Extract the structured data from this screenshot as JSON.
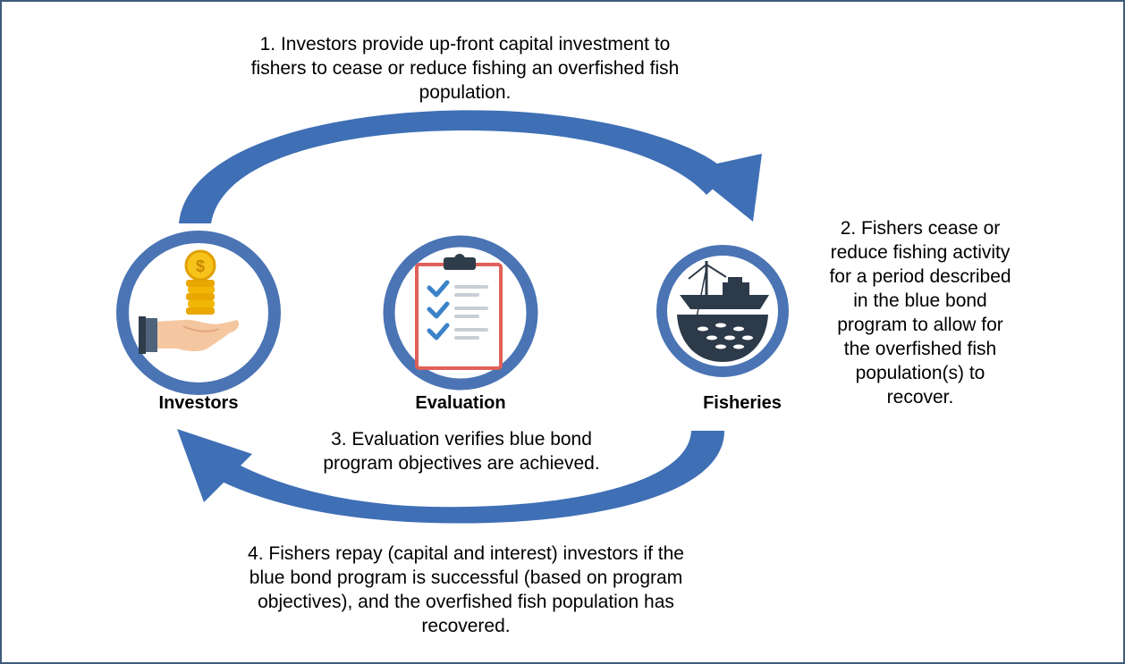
{
  "steps": {
    "step1": "1. Investors provide up-front capital investment to fishers to cease or reduce fishing an overfished fish population.",
    "step2": "2. Fishers cease or reduce fishing activity for a period described in the blue bond program to allow for the overfished fish population(s) to recover.",
    "step3": "3. Evaluation verifies blue bond program objectives are achieved.",
    "step4": "4. Fishers repay (capital and interest) investors if the blue bond program is successful (based on program objectives), and the overfished fish population has recovered."
  },
  "nodes": {
    "investors": "Investors",
    "evaluation": "Evaluation",
    "fisheries": "Fisheries"
  },
  "icons": {
    "investors": "coin-hand-icon",
    "evaluation": "clipboard-checklist-icon",
    "fisheries": "fishing-boat-icon"
  },
  "colors": {
    "ring": "#4a74b4",
    "arrow": "#3f6fb5",
    "border": "#3f5d7a",
    "clipboard_red": "#e0605a",
    "check_blue": "#3b82c9",
    "coin_gold": "#f2b705",
    "boat_dark": "#2d3a49"
  }
}
